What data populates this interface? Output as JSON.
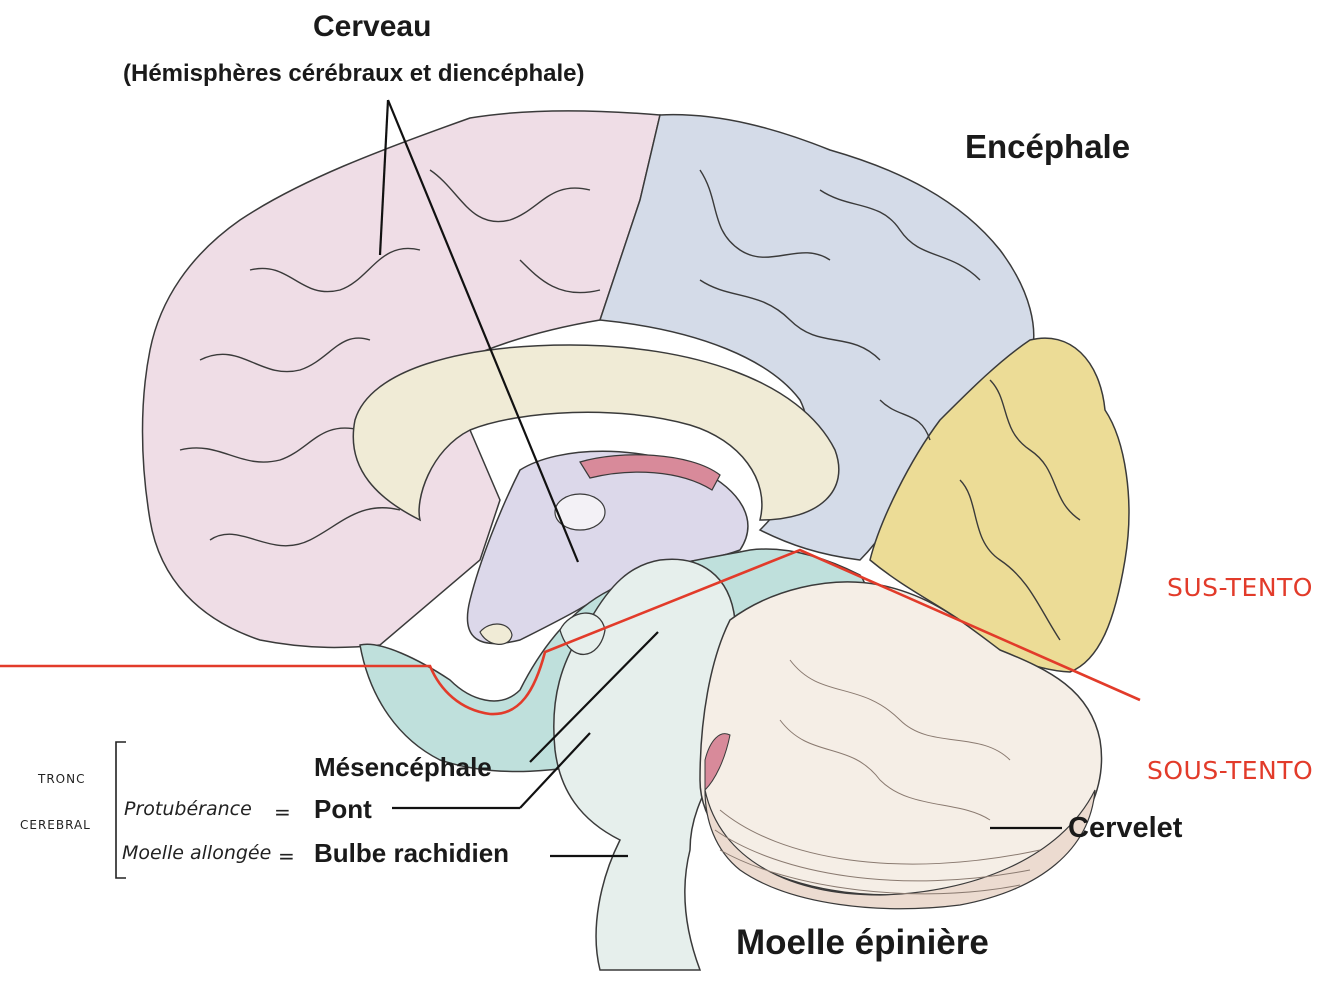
{
  "title": "Cerveau",
  "subtitle": "(Hémisphères cérébraux et diencéphale)",
  "encephale": "Encéphale",
  "sus_tento": "SUS-TENTO",
  "sous_tento": "SOUS-TENTO",
  "mesencephale": "Mésencéphale",
  "pont": "Pont",
  "bulbe": "Bulbe rachidien",
  "cervelet": "Cervelet",
  "moelle_epiniere": "Moelle épinière",
  "tronc_line1": "TRONC",
  "tronc_line2": "CEREBRAL",
  "protuberance": "Protubérance",
  "moelle_allongee": "Moelle allongée",
  "equals": "=",
  "colors": {
    "frontal": "#efdde6",
    "parietal": "#d4dbe8",
    "occipital": "#ecdc96",
    "brainstem": "#e6efec",
    "teal": "#bfe0dc",
    "cerebellum": "#f5eee6",
    "corpus_callosum": "#f0ebd6",
    "thalamus": "#dcd8ea",
    "red_line": "#e23b2a"
  }
}
